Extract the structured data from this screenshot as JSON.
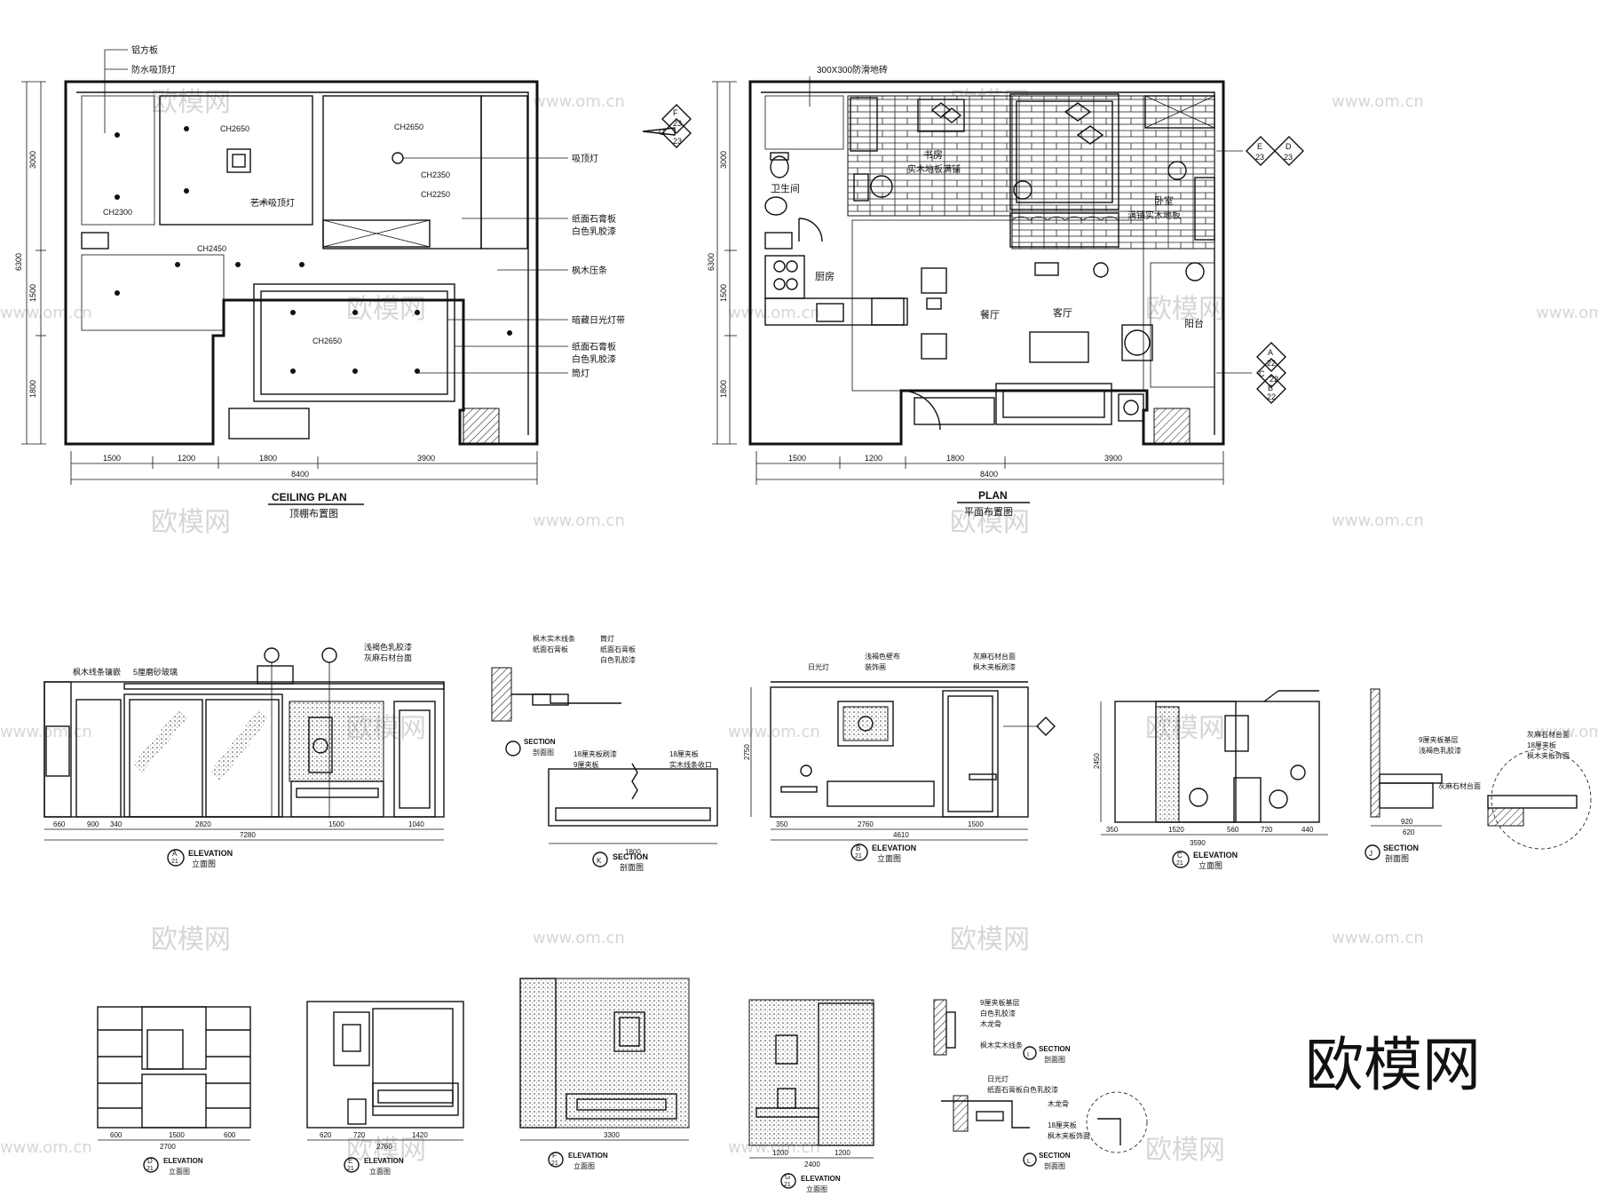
{
  "watermark": {
    "site": "www.om.cn",
    "brand": "欧模网"
  },
  "ceiling_plan": {
    "title_en": "CEILING PLAN",
    "title_cn": "顶棚布置图",
    "labels": [
      "铝方板",
      "防水吸顶灯",
      "吸顶灯",
      "纸面石膏板",
      "白色乳胶漆",
      "枫木压条",
      "暗藏日光灯带",
      "纸面石膏板",
      "白色乳胶漆",
      "筒灯",
      "艺术吸顶灯"
    ],
    "heights": [
      "CH2650",
      "CH2650",
      "CH2300",
      "CH2350",
      "CH2250",
      "CH2450",
      "CH2650"
    ],
    "dims_bottom": [
      "1500",
      "1200",
      "1800",
      "3900"
    ],
    "dim_total": "8400",
    "dims_left": [
      "3000",
      "1500",
      "1800"
    ],
    "dim_left_total": "6300"
  },
  "plan": {
    "title_en": "PLAN",
    "title_cn": "平面布置图",
    "rooms": [
      "书房",
      "实木地板满铺",
      "卫生间",
      "卧室",
      "满铺实木地板",
      "厨房",
      "餐厅",
      "客厅",
      "阳台"
    ],
    "floor_note": "300X300防滑地砖",
    "dims_bottom": [
      "1500",
      "1200",
      "1800",
      "3900"
    ],
    "dim_total": "8400",
    "dims_left": [
      "3000",
      "1500",
      "1800"
    ],
    "dim_left_total": "6300",
    "markers": [
      {
        "top": "F",
        "num": "23",
        "left": "G",
        "right": "23"
      },
      {
        "top": "E",
        "num": "23",
        "left": "23",
        "right": "D"
      },
      {
        "top": "A",
        "num": "22",
        "left": "C",
        "right": "22",
        "bottom": "B",
        "num2": "22"
      }
    ]
  },
  "elevation_a": {
    "title_en": "ELEVATION",
    "title_cn": "立面图",
    "tag": "A",
    "sheet": "21",
    "labels": [
      "枫木线条镶嵌",
      "5厘磨砂玻璃",
      "浅褐色乳胶漆",
      "灰麻石材台面"
    ],
    "dims": [
      "660",
      "900",
      "340",
      "2820",
      "1500",
      "1040"
    ],
    "total": "7280"
  },
  "section_top": {
    "title_en": "SECTION",
    "title_cn": "剖面图",
    "labels": [
      "枫木实木线条",
      "纸面石膏板",
      "筒灯",
      "纸面石膏板",
      "白色乳胶漆"
    ]
  },
  "section_k": {
    "title_en": "SECTION",
    "title_cn": "剖面图",
    "tag": "K",
    "labels": [
      "18厘夹板刷漆",
      "9厘夹板",
      "18厘夹板",
      "实木线条收口"
    ],
    "dim": "1800"
  },
  "elevation_b": {
    "title_en": "ELEVATION",
    "title_cn": "立面图",
    "tag": "B",
    "sheet": "21",
    "labels": [
      "日光灯",
      "浅褐色壁布",
      "装饰画",
      "灰麻石材台面",
      "枫木夹板刷漆"
    ],
    "dims": [
      "350",
      "2760",
      "1500"
    ],
    "total": "4610",
    "height": "2750"
  },
  "elevation_c": {
    "title_en": "ELEVATION",
    "title_cn": "立面图",
    "tag": "C",
    "sheet": "21",
    "dims": [
      "350",
      "1520",
      "560",
      "720",
      "440"
    ],
    "total": "3590",
    "height": "2450"
  },
  "section_j": {
    "title_en": "SECTION",
    "title_cn": "剖面图",
    "tag": "J",
    "labels": [
      "9厘夹板基层",
      "浅褐色乳胶漆",
      "灰麻石材台面",
      "18厘夹板",
      "枫木夹板饰面"
    ],
    "dims": [
      "920",
      "620"
    ]
  },
  "bottom_row": [
    {
      "title_en": "ELEVATION",
      "title_cn": "立面图",
      "tag": "D",
      "sheet": "21",
      "dims": [
        "600",
        "1500",
        "600"
      ],
      "total": "2700"
    },
    {
      "title_en": "ELEVATION",
      "title_cn": "立面图",
      "tag": "E",
      "sheet": "21",
      "dims": [
        "620",
        "720",
        "1420"
      ],
      "total": "2760"
    },
    {
      "title_en": "ELEVATION",
      "title_cn": "立面图",
      "tag": "F",
      "sheet": "21",
      "dims": [
        "3300"
      ],
      "total": "3300"
    },
    {
      "title_en": "ELEVATION",
      "title_cn": "立面图",
      "tag": "G",
      "sheet": "21",
      "dims": [
        "1200",
        "1200"
      ],
      "total": "2400"
    }
  ],
  "section_l": {
    "title_en": "SECTION",
    "title_cn": "剖面图",
    "tag": "L",
    "labels": [
      "日光灯",
      "纸面石膏板白色乳胶漆",
      "木龙骨",
      "18厘夹板",
      "枫木夹板饰面"
    ]
  },
  "section_i": {
    "title_en": "SECTION",
    "title_cn": "剖面图",
    "tag": "I",
    "labels": [
      "9厘夹板基层",
      "白色乳胶漆",
      "木龙骨",
      "枫木实木线条"
    ]
  }
}
